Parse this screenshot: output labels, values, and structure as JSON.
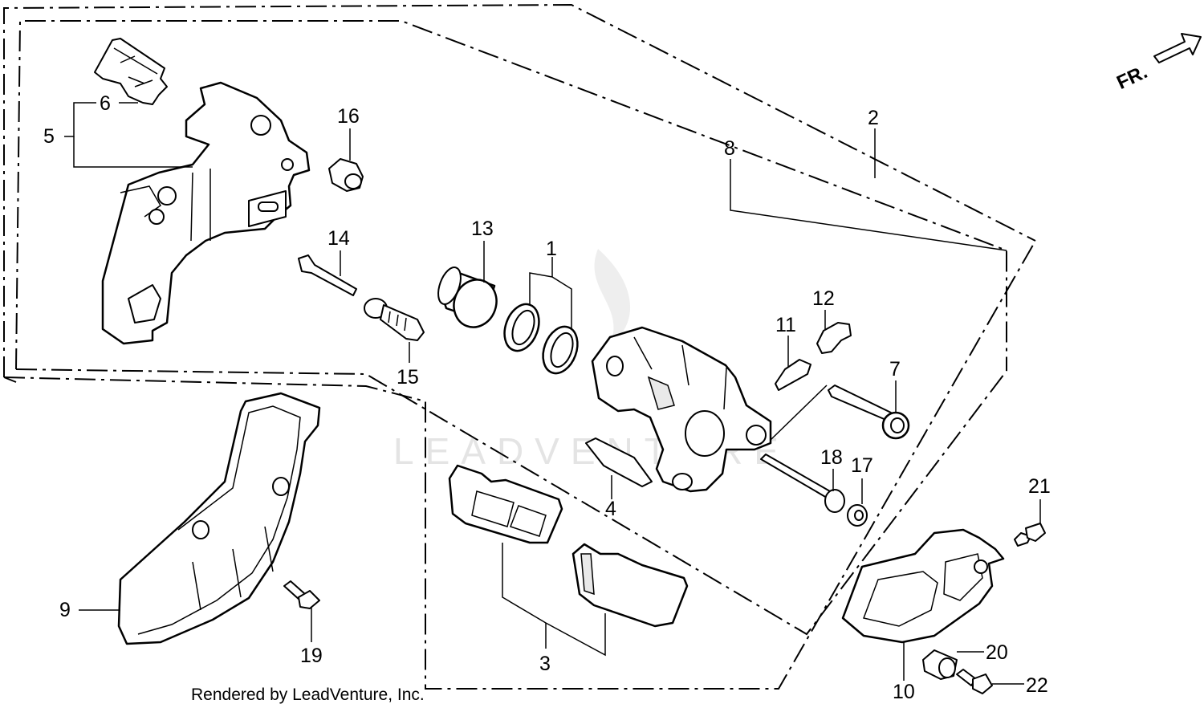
{
  "callouts": [
    "1",
    "2",
    "3",
    "4",
    "5",
    "6",
    "7",
    "8",
    "9",
    "10",
    "11",
    "12",
    "13",
    "14",
    "15",
    "16",
    "17",
    "18",
    "19",
    "20",
    "21",
    "22"
  ],
  "front_marker": "FR.",
  "credit": "Rendered by LeadVenture, Inc.",
  "watermark": "LEADVENTURE"
}
